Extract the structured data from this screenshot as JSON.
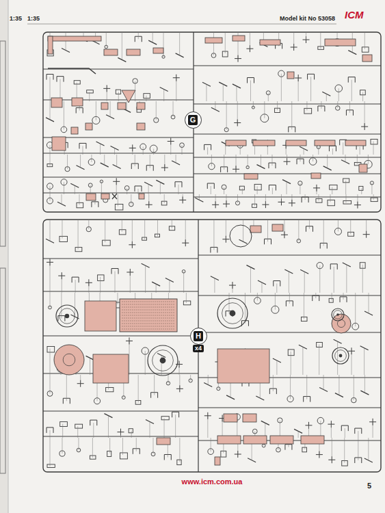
{
  "diagram": {
    "nodes": [
      {
        "text": [
          "G"
        ]
      },
      {
        "text": [
          "H"
        ]
      },
      {
        "text": [
          "x4"
        ]
      }
    ],
    "labels": [
      "1:35",
      "1:35",
      "Model kit No 53058",
      "ICM",
      "www.icm.com.ua",
      "5"
    ]
  }
}
